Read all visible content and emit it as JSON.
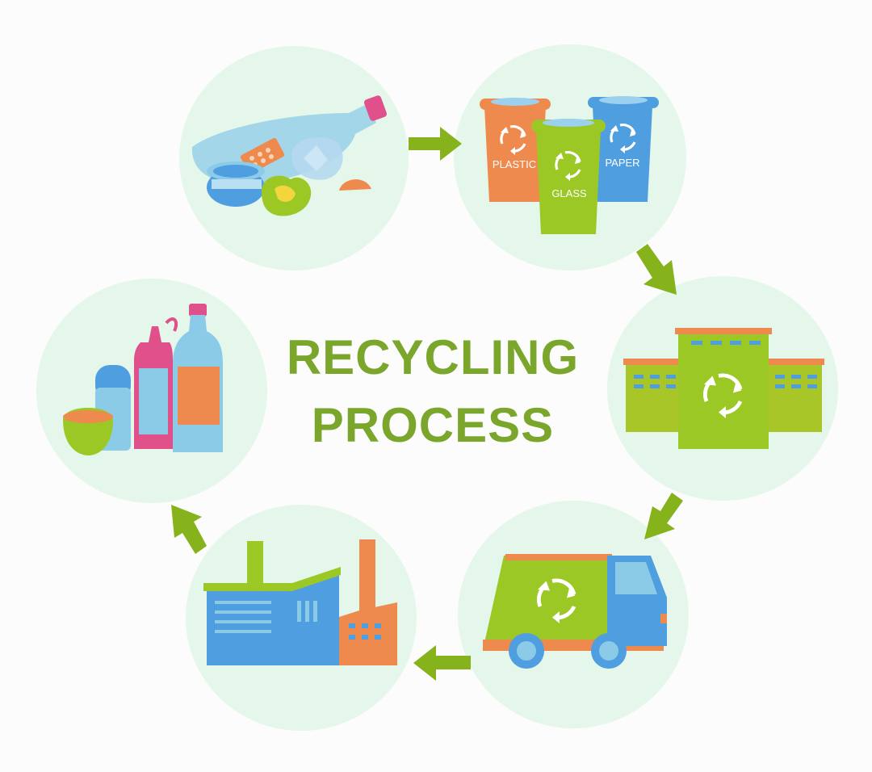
{
  "title": {
    "line1": "RECYCLING",
    "line2": "PROCESS"
  },
  "bins": {
    "plastic": "PLASTIC",
    "glass": "GLASS",
    "paper": "PAPER"
  },
  "colors": {
    "circle_bg": "#e4f7ea",
    "title": "#7aa62c",
    "arrow": "#86b21c",
    "orange": "#ef8a4e",
    "green": "#9cc826",
    "blue": "#4f9ee0",
    "light_blue": "#8ccbe7",
    "pink": "#e0508a"
  },
  "icons": [
    "mixed-waste-icon",
    "sorting-bins-icon",
    "recycling-plant-icon",
    "garbage-truck-icon",
    "factory-icon",
    "new-products-icon"
  ]
}
